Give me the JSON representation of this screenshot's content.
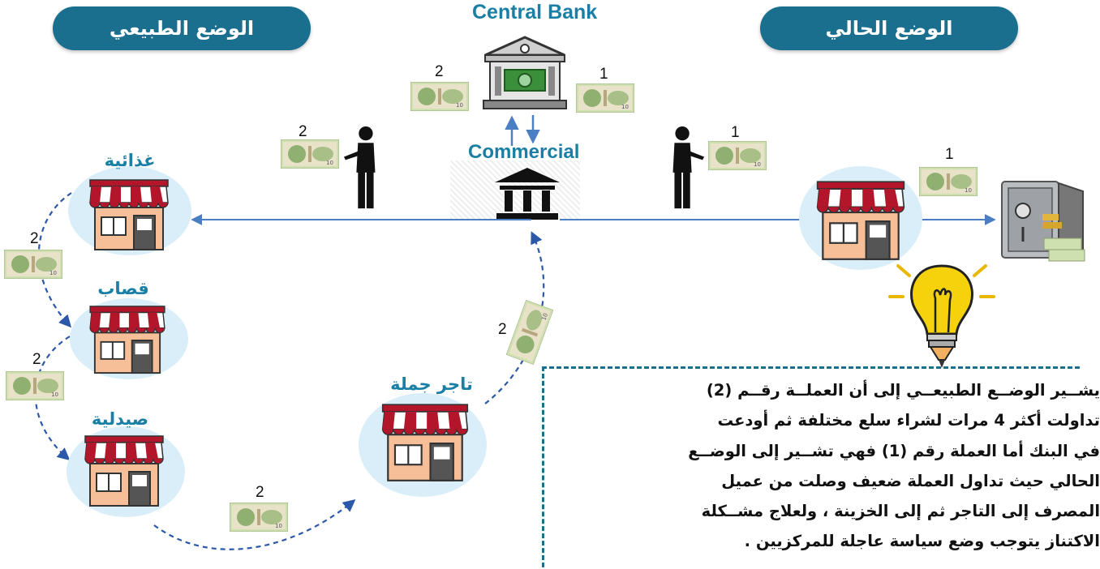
{
  "headers": {
    "natural_state": "الوضع الطبيعي",
    "current_state": "الوضع الحالي"
  },
  "banks": {
    "central": "Central Bank",
    "commercial": "Commercial"
  },
  "shops": {
    "food": "غذائية",
    "butcher": "قصاب",
    "pharmacy": "صيدلية",
    "wholesaler": "تاجر جملة"
  },
  "numbers": {
    "central_left": "2",
    "central_right": "1",
    "person_left": "2",
    "person_right": "1",
    "shop_right": "1",
    "food_to_butcher": "2",
    "butcher_to_pharmacy": "2",
    "pharmacy_to_wholesaler": "2",
    "wholesaler_to_bank": "2"
  },
  "note_lines": [
    "يشــير الوضــع الطبيعــي إلى أن العملــة رقــم (2)",
    "تداولت أكثر 4 مرات لشراء سلع مختلفة ثم أودعت",
    "في البنك أما العملة رقم (1) فهي تشــير إلى الوضــع",
    "الحالي حيث تداول العملة ضعيف وصلت من عميل",
    "المصرف إلى التاجر ثم إلى الخزينة ، ولعلاج مشــكلة",
    "الاكتناز يتوجب وضع سياسة عاجلة للمركزيين ."
  ],
  "icons": [
    "bank-building-icon",
    "commercial-bank-icon",
    "shop-icon",
    "person-icon",
    "banknote-icon",
    "safe-icon",
    "light-bulb-icon",
    "arrow-icon"
  ],
  "colors": {
    "pill": "#1a6e8e",
    "accent_text": "#1a7fa5",
    "flow_line": "#4a7fc4",
    "dashed_arrow": "#2b58a8",
    "circle_bg": "#d9eef8",
    "awning_red": "#b3162b"
  }
}
